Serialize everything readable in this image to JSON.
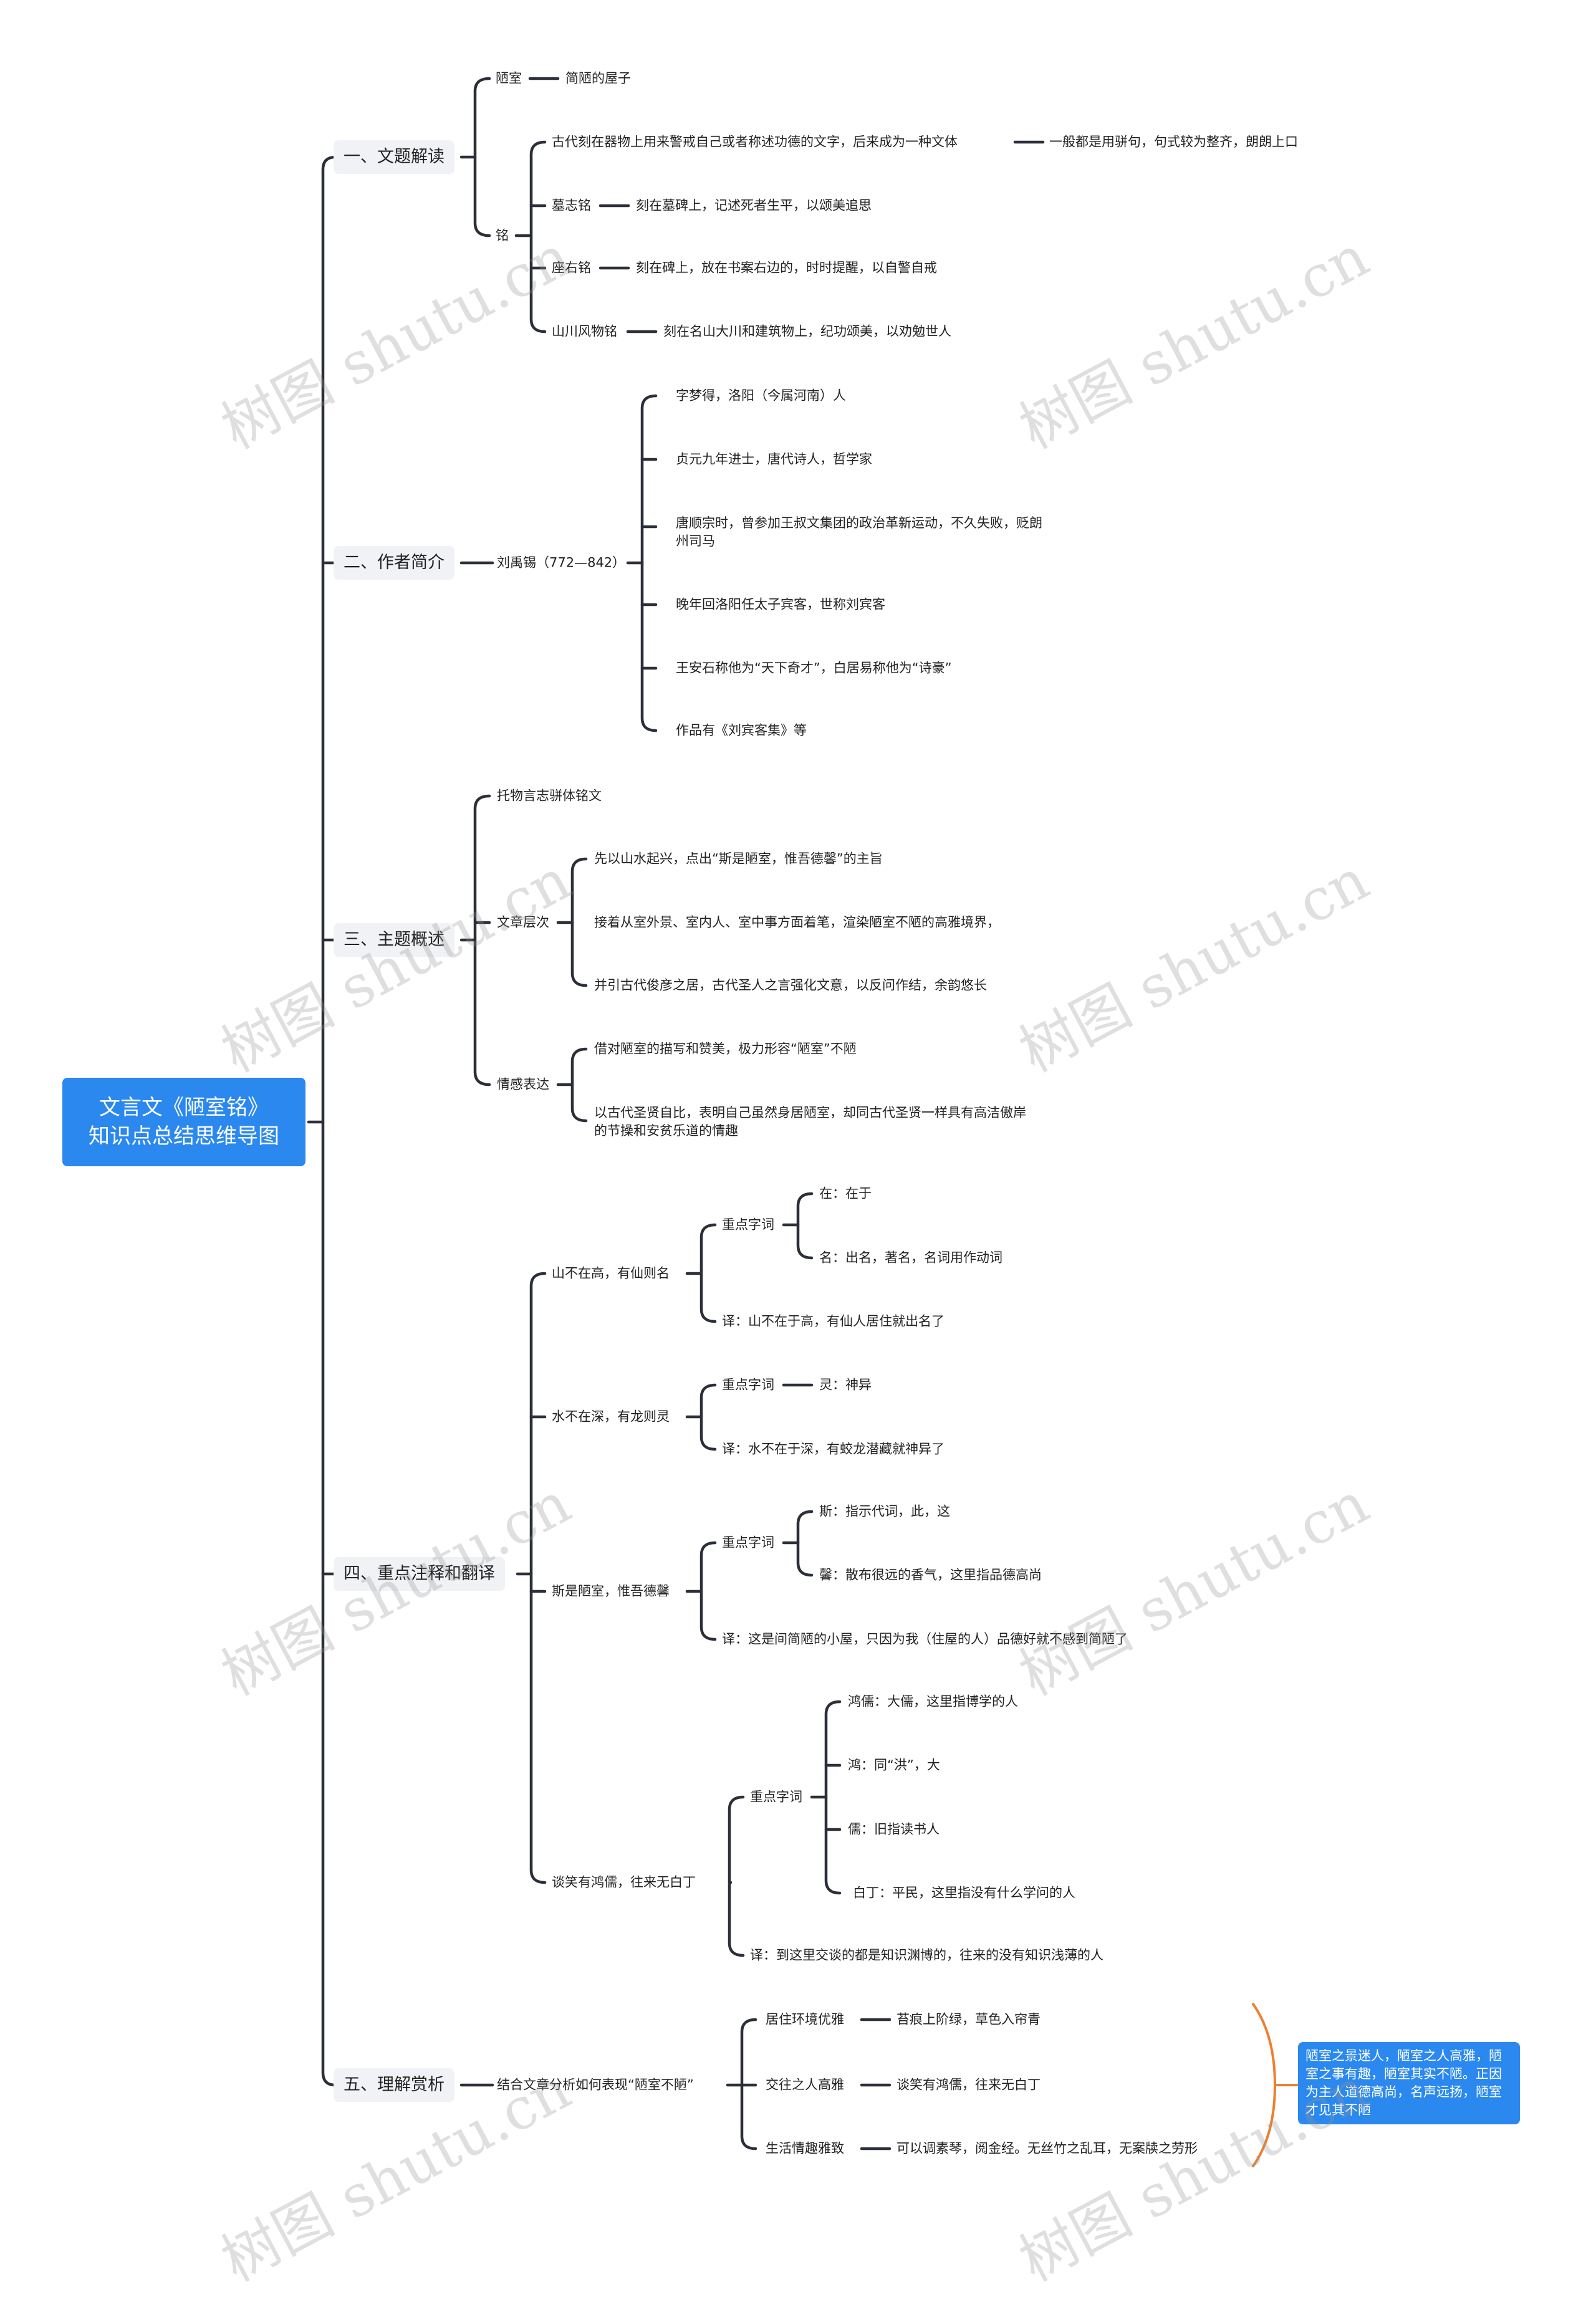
{
  "root": {
    "line1": "文言文《陋室铭》",
    "line2": "知识点总结思维导图"
  },
  "s1": {
    "title": "一、文题解读",
    "lou": "陋室",
    "lou_def": "简陋的屋子",
    "ming": "铭",
    "m1": "古代刻在器物上用来警戒自己或者称述功德的文字，后来成为一种文体",
    "m1_note": "一般都是用骈句，句式较为整齐，朗朗上口",
    "m2": "墓志铭",
    "m2_def": "刻在墓碑上，记述死者生平，以颂美追思",
    "m3": "座右铭",
    "m3_def": "刻在碑上，放在书案右边的，时时提醒，以自警自戒",
    "m4": "山川风物铭",
    "m4_def": "刻在名山大川和建筑物上，纪功颂美，以劝勉世人"
  },
  "s2": {
    "title": "二、作者简介",
    "author": "刘禹锡（772—842）",
    "a1": "字梦得，洛阳（今属河南）人",
    "a2": "贞元九年进士，唐代诗人，哲学家",
    "a3": "唐顺宗时，曾参加王叔文集团的政治革新运动，不久失败，贬朗州司马",
    "a4": "晚年回洛阳任太子宾客，世称刘宾客",
    "a5": "王安石称他为“天下奇才”，白居易称他为“诗豪”",
    "a6": "作品有《刘宾客集》等"
  },
  "s3": {
    "title": "三、主题概述",
    "genre": "托物言志骈体铭文",
    "structure": "文章层次",
    "st1": "先以山水起兴，点出“斯是陋室，惟吾德馨”的主旨",
    "st2": "接着从室外景、室内人、室中事方面着笔，渲染陋室不陋的高雅境界，",
    "st3": "并引古代俊彦之居，古代圣人之言强化文意，以反问作结，余韵悠长",
    "emotion": "情感表达",
    "e1": "借对陋室的描写和赞美，极力形容“陋室”不陋",
    "e2": "以古代圣贤自比，表明自己虽然身居陋室，却同古代圣贤一样具有高洁傲岸的节操和安贫乐道的情趣"
  },
  "s4": {
    "title": "四、重点注释和翻译",
    "key": "重点字词",
    "q1": "山不在高，有仙则名",
    "q1_w1": "在：在于",
    "q1_w2": "名：出名，著名，名词用作动词",
    "q1_tr": "译：山不在于高，有仙人居住就出名了",
    "q2": "水不在深，有龙则灵",
    "q2_w1": "灵：神异",
    "q2_tr": "译：水不在于深，有蛟龙潜藏就神异了",
    "q3": "斯是陋室，惟吾德馨",
    "q3_w1": "斯：指示代词，此，这",
    "q3_w2": "馨：散布很远的香气，这里指品德高尚",
    "q3_tr": "译：这是间简陋的小屋，只因为我（住屋的人）品德好就不感到简陋了",
    "q4": "谈笑有鸿儒，往来无白丁",
    "q4_w1": "鸿儒：大儒，这里指博学的人",
    "q4_w2": "鸿：同“洪”，大",
    "q4_w3": "儒：旧指读书人",
    "q4_w4": "白丁：平民，这里指没有什么学问的人",
    "q4_tr": "译：到这里交谈的都是知识渊博的，往来的没有知识浅薄的人"
  },
  "s5": {
    "title": "五、理解赏析",
    "question": "结合文章分析如何表现“陋室不陋”",
    "p1": "居住环境优雅",
    "p1_ex": "苔痕上阶绿，草色入帘青",
    "p2": "交往之人高雅",
    "p2_ex": "谈笑有鸿儒，往来无白丁",
    "p3": "生活情趣雅致",
    "p3_ex": "可以调素琴，阅金经。无丝竹之乱耳，无案牍之劳形",
    "summary": "陋室之景迷人，陋室之人高雅，陋室之事有趣，陋室其实不陋。正因为主人道德高尚，名声远扬，陋室才见其不陋"
  },
  "watermark": "树图 shutu.cn"
}
